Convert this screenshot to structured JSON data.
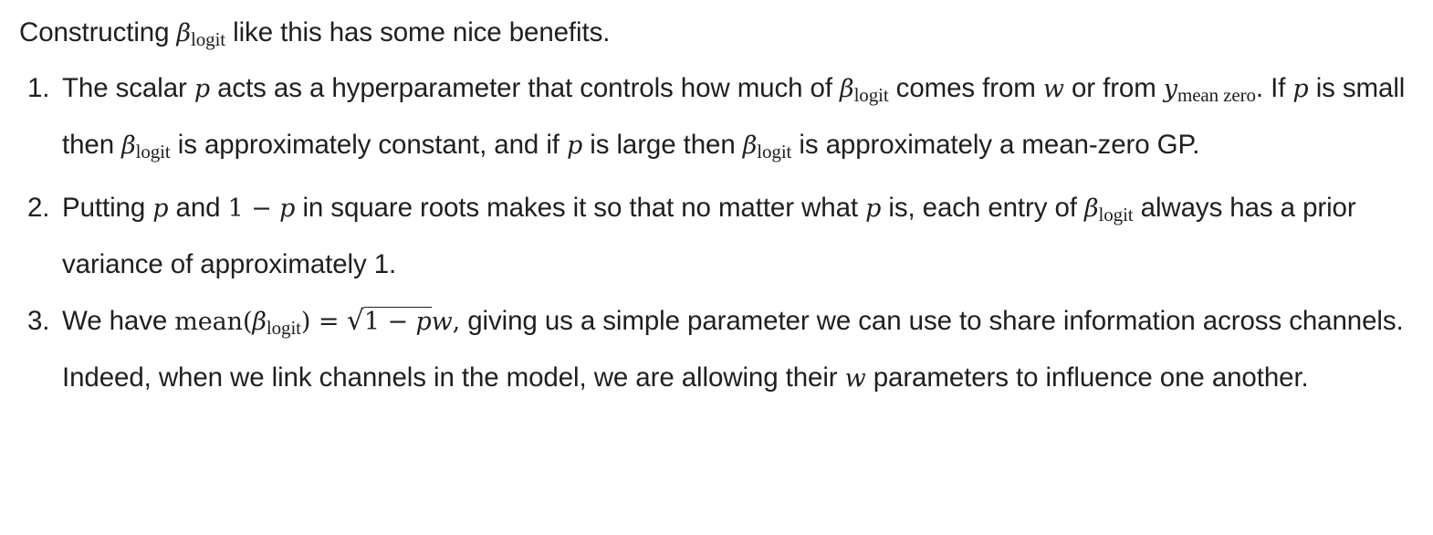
{
  "intro": {
    "before": "Constructing ",
    "sym": "β",
    "sub": "logit",
    "after": " like this has some nice benefits."
  },
  "list": {
    "numbers": [
      "1.",
      "2.",
      "3."
    ]
  },
  "item1": {
    "t1": "The scalar ",
    "p": "p",
    "t2": " acts as a hyperparameter that controls how much of ",
    "beta": "β",
    "logit": "logit",
    "t3": " comes from ",
    "w": "w",
    "t4": " or from ",
    "y": "y",
    "y_sub": "mean zero",
    "t5": ". If ",
    "t6": " is small then ",
    "t7": " is approximately constant, and if ",
    "t8": " is large then ",
    "t9": " is approximately a mean-zero GP."
  },
  "item2": {
    "t1": "Putting ",
    "p": "p",
    "t2": " and ",
    "one": "1",
    "minus": " − ",
    "t3": " in square roots makes it so that no matter what ",
    "t4": " is, each entry of ",
    "beta": "β",
    "logit": "logit",
    "t5": " always has a prior variance of approximately 1."
  },
  "item3": {
    "t1": "We have ",
    "mean": "mean(",
    "beta": "β",
    "logit": "logit",
    "close_eq": ") = ",
    "radical": "√",
    "one": "1",
    "minus": " − ",
    "p": "p",
    "w": "w",
    "comma": ",",
    "t2": " giving us a simple parameter we can use to share information across channels. Indeed, when we link channels in the model, we are allowing their ",
    "t3": " parameters to influence one another."
  }
}
